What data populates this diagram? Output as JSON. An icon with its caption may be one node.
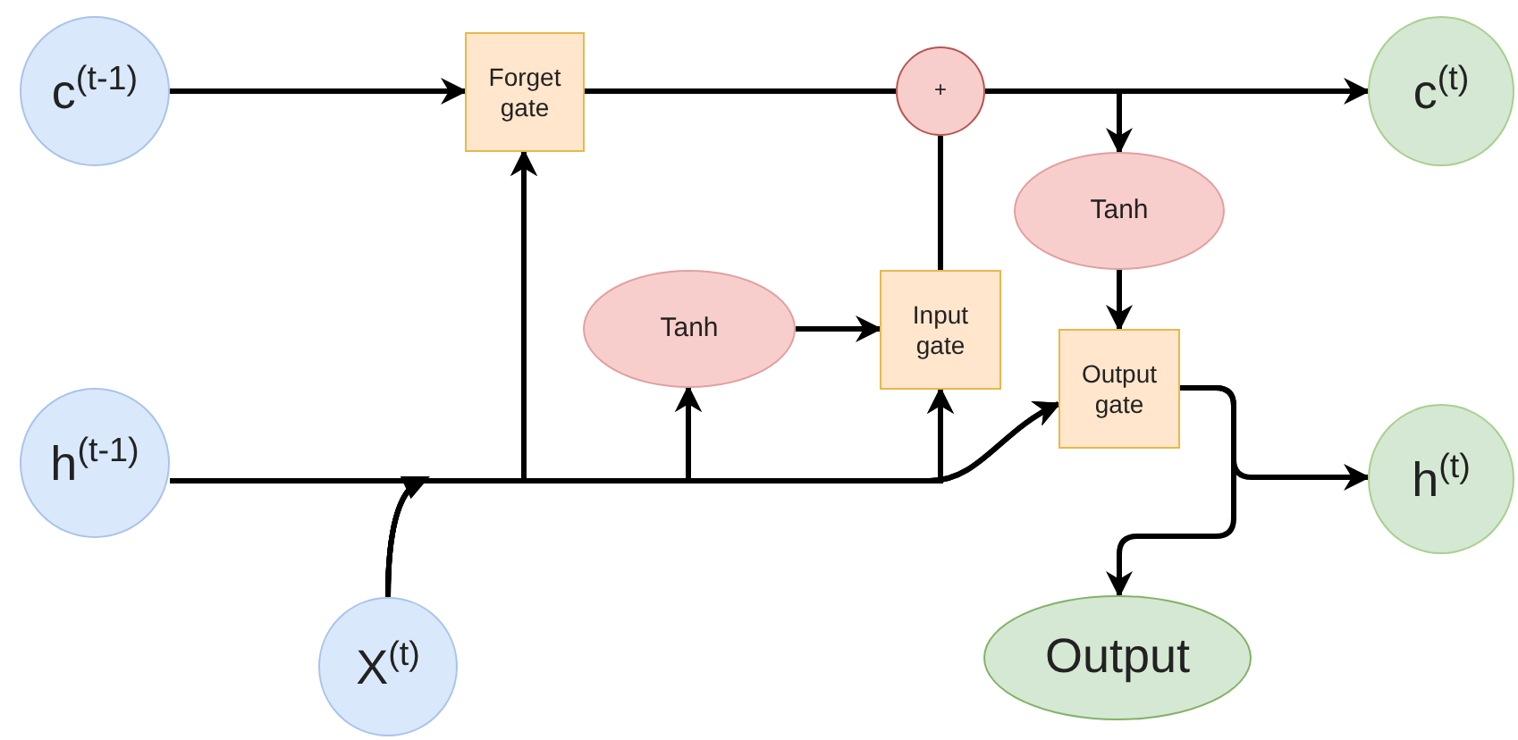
{
  "diagram": {
    "nodes": [
      {
        "text": [
          "c$^{(t-1)}$"
        ]
      },
      {
        "text": [
          "Forget gate"
        ]
      },
      {
        "text": [
          "+"
        ]
      },
      {
        "text": [
          "c$^{(t)}$"
        ]
      },
      {
        "text": [
          "Tanh"
        ]
      },
      {
        "text": [
          "Input gate"
        ]
      },
      {
        "text": [
          "Tanh"
        ]
      },
      {
        "text": [
          "Output gate"
        ]
      },
      {
        "text": [
          "h$^{(t-1)}$"
        ]
      },
      {
        "text": [
          "h$^{(t)}$"
        ]
      },
      {
        "text": [
          "X$^{(t)}$"
        ]
      },
      {
        "text": [
          "Output"
        ]
      }
    ],
    "edges": [
      {
        "from": 0,
        "to": 1,
        "arrow": "to"
      },
      {
        "from": 1,
        "to": 2,
        "arrow": "none"
      },
      {
        "from": 2,
        "to": 3,
        "arrow": "to"
      },
      {
        "from": 2,
        "to": 6,
        "arrow": "to"
      },
      {
        "from": 6,
        "to": 7,
        "arrow": "to"
      },
      {
        "from": 5,
        "to": 2,
        "arrow": "none"
      },
      {
        "from": 4,
        "to": 5,
        "arrow": "to"
      },
      {
        "from": 8,
        "to": 1,
        "arrow": "to"
      },
      {
        "from": 8,
        "to": 4,
        "arrow": "to"
      },
      {
        "from": 8,
        "to": 5,
        "arrow": "to"
      },
      {
        "from": 8,
        "to": 7,
        "arrow": "to"
      },
      {
        "from": 10,
        "to": 1,
        "arrow": "to"
      },
      {
        "from": 10,
        "to": 4,
        "arrow": "to"
      },
      {
        "from": 10,
        "to": 5,
        "arrow": "to"
      },
      {
        "from": 10,
        "to": 7,
        "arrow": "to"
      },
      {
        "from": 7,
        "to": 9,
        "arrow": "to"
      },
      {
        "from": 7,
        "to": 11,
        "arrow": "to"
      }
    ]
  }
}
